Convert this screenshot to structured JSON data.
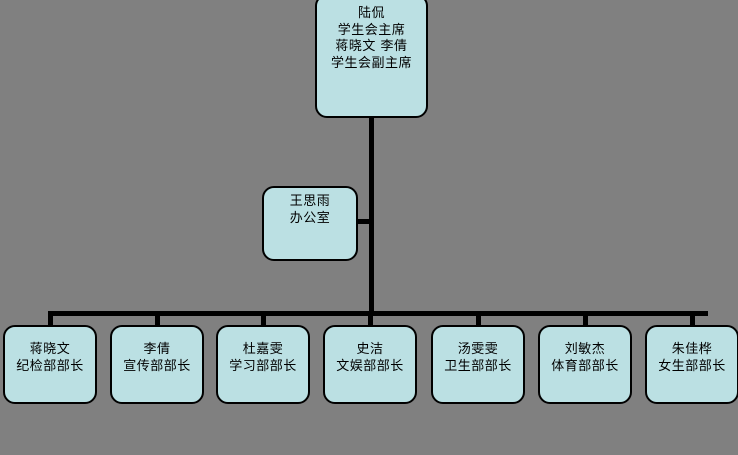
{
  "diagram": {
    "type": "org-chart",
    "background_color": "#808080",
    "node_fill_color": "#bbe0e3",
    "node_border_color": "#000000",
    "connector_color": "#000000",
    "chair": {
      "lines": [
        "陆侃",
        "学生会主席",
        "蒋晓文  李倩",
        "学生会副主席"
      ]
    },
    "office": {
      "lines": [
        "王思雨",
        "办公室"
      ]
    },
    "departments": [
      {
        "name": "蒋晓文",
        "title": "纪检部部长"
      },
      {
        "name": "李倩",
        "title": "宣传部部长"
      },
      {
        "name": "杜嘉雯",
        "title": "学习部部长"
      },
      {
        "name": "史洁",
        "title": "文娱部部长"
      },
      {
        "name": "汤雯雯",
        "title": "卫生部部长"
      },
      {
        "name": "刘敏杰",
        "title": "体育部部长"
      },
      {
        "name": "朱佳桦",
        "title": "女生部部长"
      }
    ]
  }
}
